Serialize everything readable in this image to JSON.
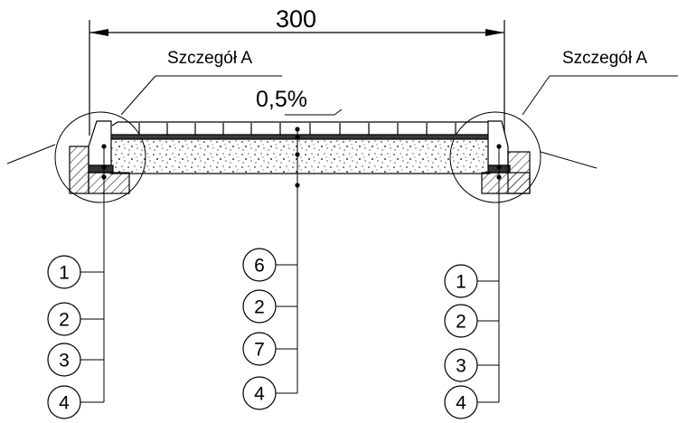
{
  "dimension": "300",
  "detail_left": "Szczegół A",
  "detail_right": "Szczegół A",
  "slope": "0,5%",
  "callouts_left": [
    "1",
    "2",
    "3",
    "4"
  ],
  "callouts_center": [
    "6",
    "2",
    "7",
    "4"
  ],
  "callouts_right": [
    "1",
    "2",
    "3",
    "4"
  ]
}
